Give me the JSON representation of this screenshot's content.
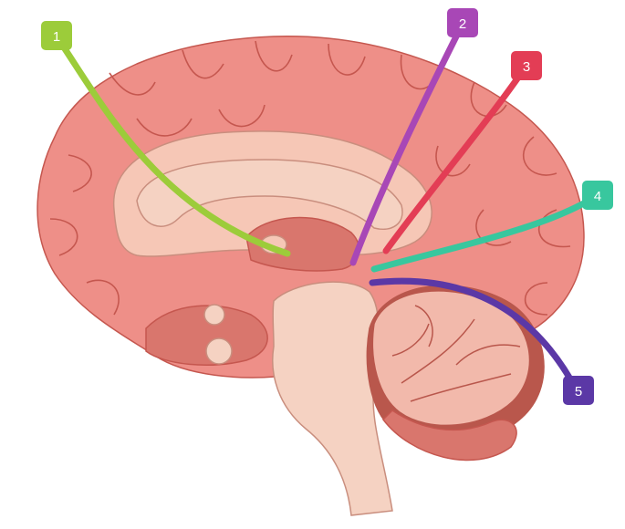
{
  "diagram": {
    "colors": {
      "cortex": "#ee8f88",
      "cortex_edge": "#c5574f",
      "inner": "#f6c7b6",
      "inner_edge": "#c98e7e",
      "deep": "#d9766d",
      "cerebellum": "#f2b9ab",
      "cerebellum_dark": "#b9574c",
      "stem": "#f5d2c2"
    },
    "labels": [
      {
        "id": "1",
        "text": "1",
        "color": "#9ccc3a"
      },
      {
        "id": "2",
        "text": "2",
        "color": "#a847b6"
      },
      {
        "id": "3",
        "text": "3",
        "color": "#e33d55"
      },
      {
        "id": "4",
        "text": "4",
        "color": "#38c79e"
      },
      {
        "id": "5",
        "text": "5",
        "color": "#5b38a6"
      }
    ]
  }
}
